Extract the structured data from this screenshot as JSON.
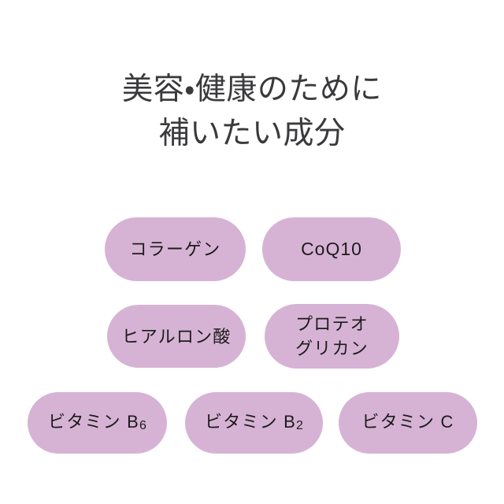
{
  "page": {
    "background_color": "#ffffff",
    "heading": {
      "line1": "美容・健康のために",
      "line2": "補いたい成分",
      "color": "#3a3a3c"
    }
  },
  "style": {
    "pill_fill": "#d6b3d5",
    "pill_text_color": "#1d1b1c"
  },
  "pills": {
    "row1": [
      {
        "id": "collagen",
        "label": "コラーゲン"
      },
      {
        "id": "coq10",
        "label": "CoQ10"
      }
    ],
    "row2": [
      {
        "id": "hyaluronic",
        "label": "ヒアルロン酸"
      },
      {
        "id": "proteoglycan",
        "line1": "プロテオ",
        "line2": "グリカン"
      }
    ],
    "row3": [
      {
        "id": "vitamin-b6",
        "label_main": "ビタミン B",
        "label_sub": "6"
      },
      {
        "id": "vitamin-b2",
        "label_main": "ビタミン B",
        "label_sub": "2"
      },
      {
        "id": "vitamin-c",
        "label_main": "ビタミン C",
        "label_sub": ""
      }
    ]
  }
}
